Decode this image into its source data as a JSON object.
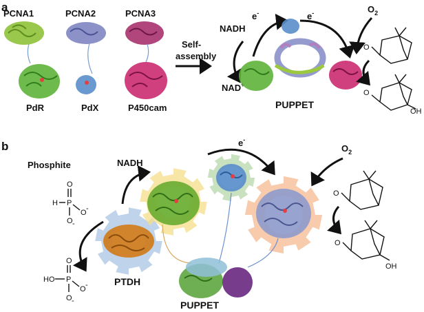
{
  "panel_a": {
    "label": "a",
    "pcna": [
      "PCNA1",
      "PCNA2",
      "PCNA3"
    ],
    "proteins": [
      "PdR",
      "PdX",
      "P450cam"
    ],
    "self_assembly": [
      "Self-",
      "assembly"
    ],
    "nadh": "NADH",
    "nad_plus": "NAD",
    "nad_sup": "+",
    "electron": "e",
    "electron_sup": "-",
    "oxygen": "O",
    "oxygen_sub": "2",
    "puppet": "PUPPET",
    "hydroxyl": "OH",
    "carbonyl_o": "O"
  },
  "panel_b": {
    "label": "b",
    "phosphite": "Phosphite",
    "nadh": "NADH",
    "electron": "e",
    "electron_sup": "-",
    "oxygen": "O",
    "oxygen_sub": "2",
    "ptdh": "PTDH",
    "puppet": "PUPPET",
    "hydroxyl": "OH",
    "carbonyl_o": "O",
    "phosphite_atoms": {
      "h": "H",
      "p": "P",
      "o_top": "O",
      "o_right": "O",
      "o_bottom": "O",
      "minus": "-"
    },
    "phosphate_atoms": {
      "ho": "HO",
      "p": "P",
      "o_top": "O",
      "o_right": "O",
      "o_bottom": "O",
      "minus": "-"
    }
  },
  "colors": {
    "pcna1_green": "#8fc23a",
    "pcna2_slate": "#7f86c2",
    "pcna3_magenta": "#a8326e",
    "pdr_green": "#5fb33a",
    "pdx_blue": "#5a8ecb",
    "p450_pink": "#cc2f73",
    "gear_blue": "#aac4e4",
    "gear_yellow": "#f6dd88",
    "gear_green": "#b6d7a8",
    "gear_orange": "#f4b990",
    "ptdh_orange": "#cf7d21",
    "puppet_purple": "#6c2b83"
  }
}
